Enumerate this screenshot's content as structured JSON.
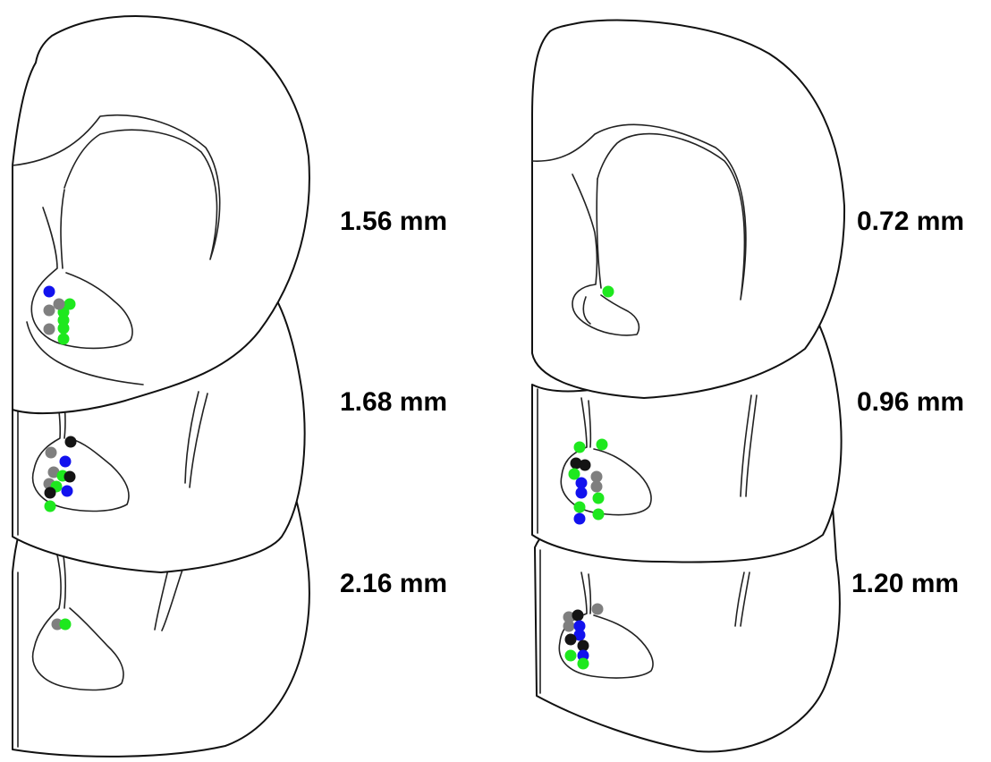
{
  "colors": {
    "green": "#1ee81e",
    "blue": "#1212ee",
    "gray": "#7f7f7f",
    "black": "#141414"
  },
  "sections": [
    {
      "id": "l1",
      "label": "1.56 mm",
      "dots": [
        [
          "blue",
          1
        ],
        [
          "gray",
          2
        ],
        [
          "gray",
          3
        ],
        [
          "green",
          4
        ],
        [
          "green",
          5
        ],
        [
          "green",
          6
        ],
        [
          "green",
          7
        ],
        [
          "green",
          8
        ],
        [
          "gray",
          9
        ]
      ]
    },
    {
      "id": "l2",
      "label": "1.68 mm",
      "dots": [
        [
          "gray",
          1
        ],
        [
          "black",
          2
        ],
        [
          "blue",
          3
        ],
        [
          "gray",
          4
        ],
        [
          "green",
          5
        ],
        [
          "black",
          6
        ],
        [
          "gray",
          7
        ],
        [
          "green",
          8
        ],
        [
          "blue",
          9
        ],
        [
          "black",
          10
        ],
        [
          "green",
          11
        ]
      ]
    },
    {
      "id": "l3",
      "label": "2.16 mm",
      "dots": [
        [
          "gray",
          1
        ],
        [
          "green",
          2
        ]
      ]
    },
    {
      "id": "r1",
      "label": "0.72 mm",
      "dots": [
        [
          "green",
          1
        ]
      ]
    },
    {
      "id": "r2",
      "label": "0.96 mm",
      "dots": [
        [
          "green",
          1
        ],
        [
          "green",
          2
        ],
        [
          "black",
          3
        ],
        [
          "black",
          4
        ],
        [
          "green",
          5
        ],
        [
          "gray",
          6
        ],
        [
          "gray",
          7
        ],
        [
          "blue",
          8
        ],
        [
          "blue",
          9
        ],
        [
          "green",
          10
        ],
        [
          "green",
          11
        ],
        [
          "green",
          12
        ],
        [
          "blue",
          13
        ]
      ]
    },
    {
      "id": "r3",
      "label": "1.20 mm",
      "dots": [
        [
          "gray",
          1
        ],
        [
          "gray",
          2
        ],
        [
          "black",
          3
        ],
        [
          "gray",
          4
        ],
        [
          "blue",
          5
        ],
        [
          "blue",
          6
        ],
        [
          "black",
          7
        ],
        [
          "black",
          8
        ],
        [
          "green",
          9
        ],
        [
          "blue",
          10
        ],
        [
          "green",
          11
        ]
      ]
    }
  ]
}
